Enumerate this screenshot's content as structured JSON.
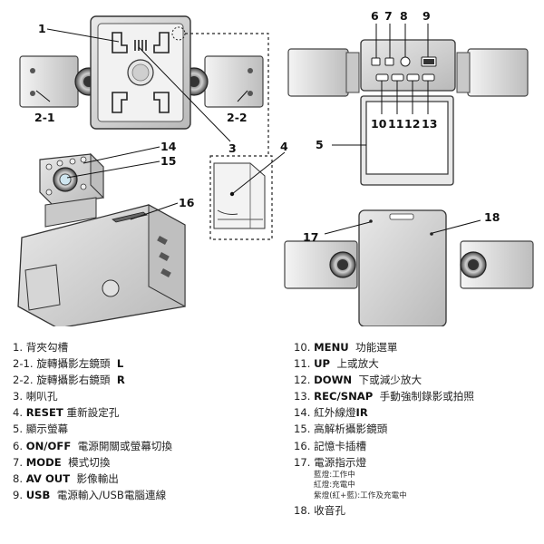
{
  "callouts": {
    "c1": "1",
    "c2_1": "2-1",
    "c2_2": "2-2",
    "c3": "3",
    "c4": "4",
    "c5": "5",
    "c6": "6",
    "c7": "7",
    "c8": "8",
    "c9": "9",
    "c10": "10",
    "c11": "11",
    "c12": "12",
    "c13": "13",
    "c14": "14",
    "c15": "15",
    "c16": "16",
    "c17": "17",
    "c18": "18"
  },
  "legend_left": [
    {
      "num": "1.",
      "en": "",
      "zh": "背夾勾槽"
    },
    {
      "num": "2-1.",
      "en": "",
      "zh": "旋轉攝影左鏡頭",
      "suffix": "L"
    },
    {
      "num": "2-2.",
      "en": "",
      "zh": "旋轉攝影右鏡頭",
      "suffix": "R"
    },
    {
      "num": "3.",
      "en": "",
      "zh": "喇叭孔"
    },
    {
      "num": "4.",
      "en": "RESET",
      "zh": "重新設定孔"
    },
    {
      "num": "5.",
      "en": "",
      "zh": "顯示螢幕"
    },
    {
      "num": "6.",
      "en": "ON/OFF",
      "zh": "電源開關或螢幕切換"
    },
    {
      "num": "7.",
      "en": "MODE",
      "zh": "模式切換"
    },
    {
      "num": "8.",
      "en": "AV OUT",
      "zh": "影像輸出"
    },
    {
      "num": "9.",
      "en": "USB",
      "zh": "電源輸入/USB電腦連線"
    }
  ],
  "legend_right": [
    {
      "num": "10.",
      "en": "MENU",
      "zh": "功能選單"
    },
    {
      "num": "11.",
      "en": "UP",
      "zh": "上或放大"
    },
    {
      "num": "12.",
      "en": "DOWN",
      "zh": "下或減少放大"
    },
    {
      "num": "13.",
      "en": "REC/SNAP",
      "zh": "手動強制錄影或拍照"
    },
    {
      "num": "14.",
      "en": "",
      "zh": "紅外線燈",
      "suffix": "IR"
    },
    {
      "num": "15.",
      "en": "",
      "zh": "高解析攝影鏡頭"
    },
    {
      "num": "16.",
      "en": "",
      "zh": "記憶卡插槽"
    },
    {
      "num": "17.",
      "en": "",
      "zh": "電源指示燈"
    }
  ],
  "legend_17_notes": [
    "藍燈:工作中",
    "紅燈:充電中",
    "紫燈(紅+藍):工作及充電中"
  ],
  "legend_18": {
    "num": "18.",
    "en": "",
    "zh": "收音孔"
  }
}
